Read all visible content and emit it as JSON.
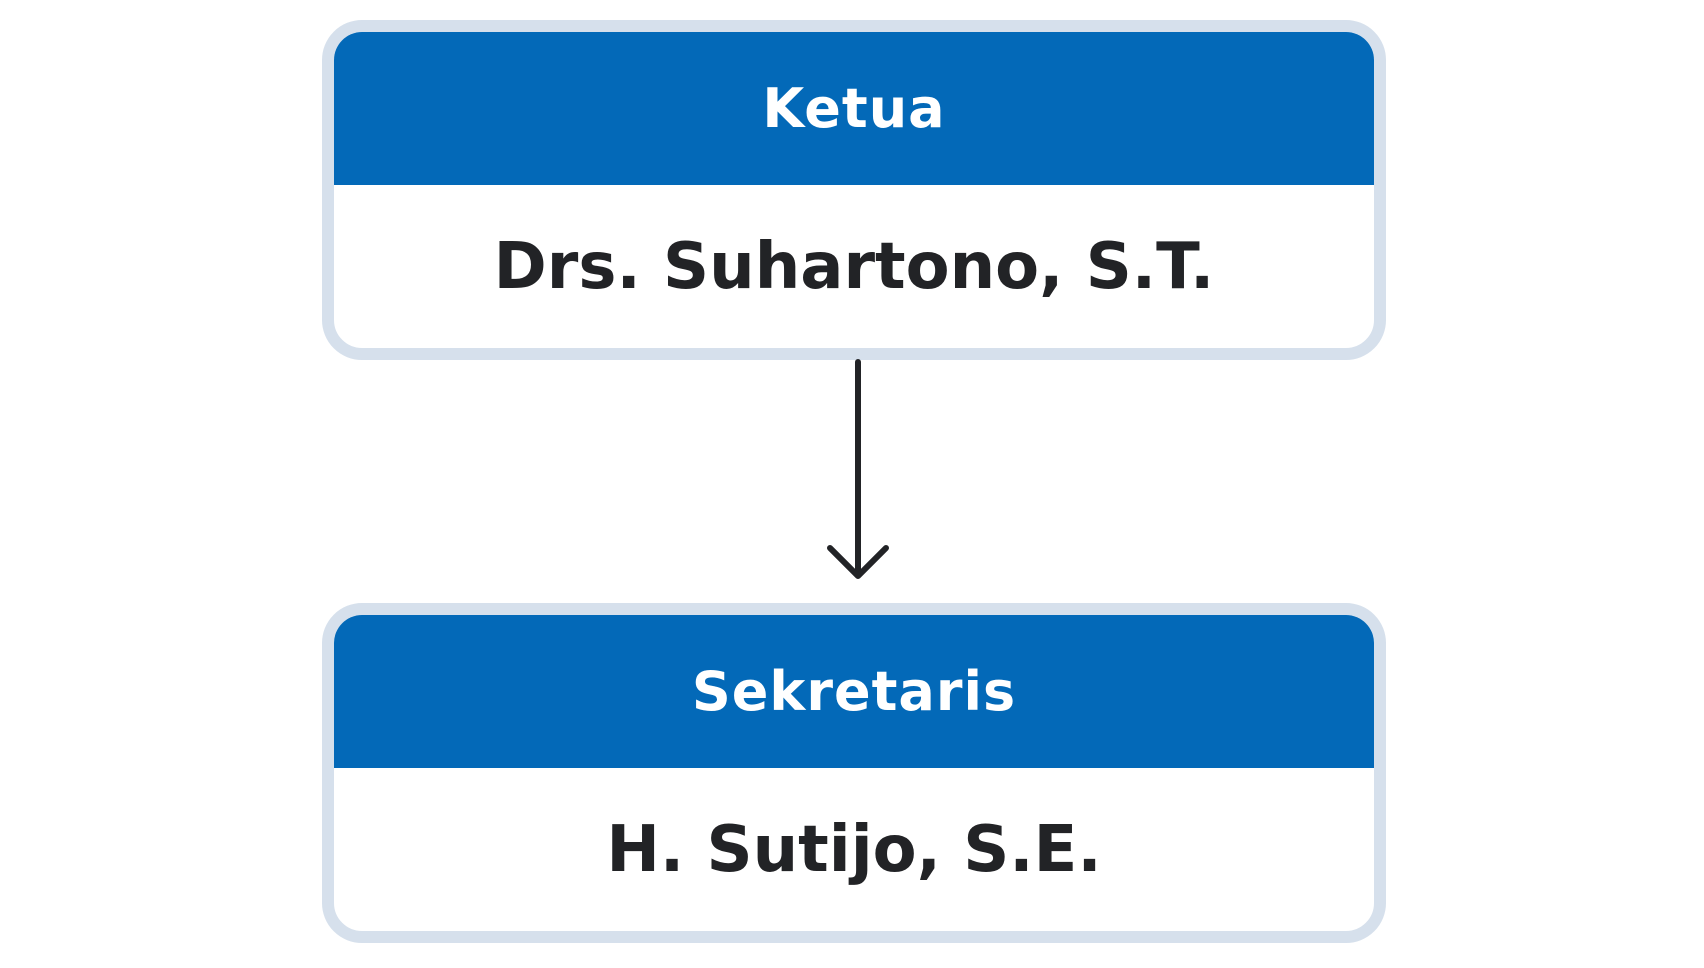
{
  "nodes": [
    {
      "role": "Ketua",
      "name": "Drs. Suhartono, S.T."
    },
    {
      "role": "Sekretaris",
      "name": "H. Sutijo, S.E."
    }
  ],
  "colors": {
    "header_bg": "#0369b8",
    "border": "#d6e0ec",
    "text_dark": "#222326",
    "text_light": "#ffffff"
  },
  "connector": {
    "icon": "arrow-down-icon"
  }
}
